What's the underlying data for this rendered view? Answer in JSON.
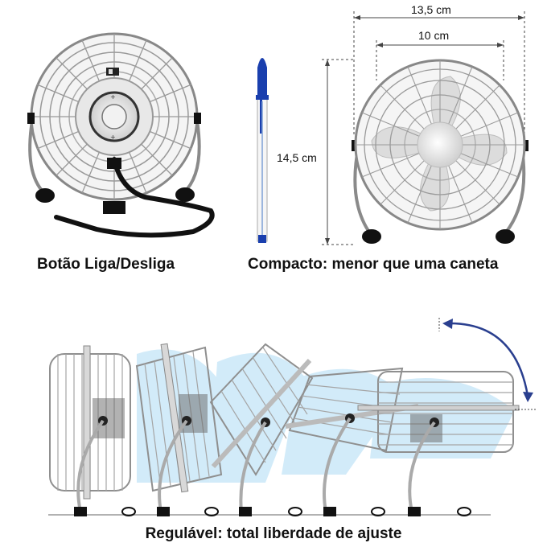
{
  "captions": {
    "power_button": "Botão Liga/Desliga",
    "compact": "Compacto: menor que uma caneta",
    "adjustable": "Regulável: total liberdade de ajuste"
  },
  "dimensions": {
    "outer_width": "13,5 cm",
    "inner_width": "10 cm",
    "height": "14,5 cm"
  },
  "colors": {
    "grille": "#9a9a9a",
    "pen_blue": "#1a3fae",
    "arrow_blue": "#2a3f8f",
    "motion_blur": "#9fd4f2",
    "cable": "#111111"
  },
  "icons": {
    "rotation_arrow": "curved-double-arrow-icon"
  }
}
